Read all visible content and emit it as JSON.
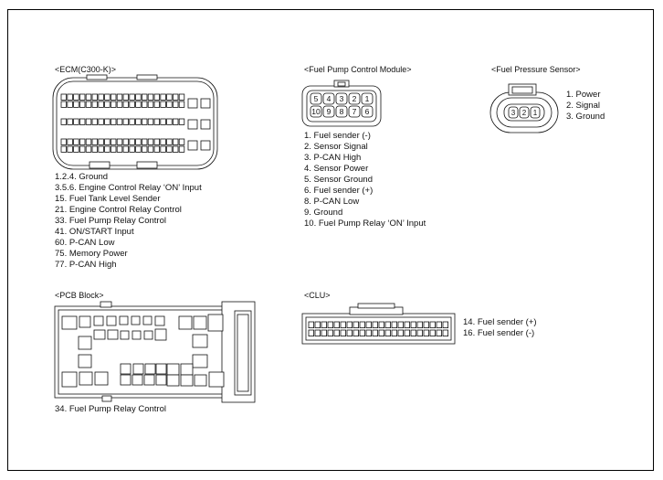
{
  "ecm": {
    "title": "<ECM(C300-K)>",
    "pins": [
      "1.2.4. Ground",
      "3.5.6. Engine Control Relay ‘ON’ Input",
      "15. Fuel Tank Level Sender",
      "21. Engine Control Relay Control",
      "33. Fuel Pump Relay Control",
      "41. ON/START Input",
      "60. P-CAN Low",
      "75. Memory Power",
      "77. P-CAN High"
    ]
  },
  "fpcm": {
    "title": "<Fuel Pump Control Module>",
    "top_numbers": [
      "5",
      "4",
      "3",
      "2",
      "1"
    ],
    "bottom_numbers": [
      "10",
      "9",
      "8",
      "7",
      "6"
    ],
    "pins": [
      "1. Fuel sender (-)",
      "2. Sensor Signal",
      "3. P-CAN High",
      "4. Sensor Power",
      "5. Sensor Ground",
      "6. Fuel sender (+)",
      "8. P-CAN Low",
      "9. Ground",
      "10. Fuel Pump Relay ‘ON’ Input"
    ]
  },
  "fps": {
    "title": "<Fuel Pressure Sensor>",
    "numbers": [
      "3",
      "2",
      "1"
    ],
    "pins": [
      "1. Power",
      "2. Signal",
      "3. Ground"
    ]
  },
  "pcb": {
    "title": "<PCB Block>",
    "pins": [
      "34. Fuel Pump Relay Control"
    ]
  },
  "clu": {
    "title": "<CLU>",
    "pins": [
      "14. Fuel sender (+)",
      "16. Fuel sender (-)"
    ]
  }
}
